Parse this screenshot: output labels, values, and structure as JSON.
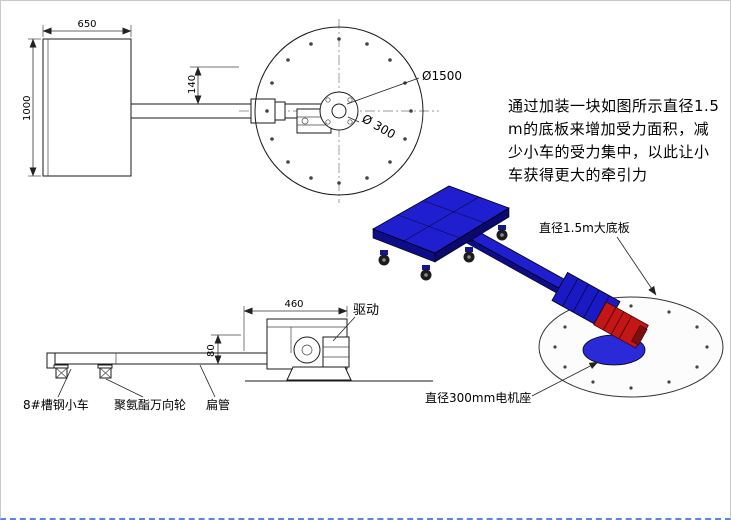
{
  "note": {
    "lines": [
      "通过加装一块如图所示直径1.5",
      "m的底板来增加受力面积，减",
      "少小车的受力集中，以此让小",
      "车获得更大的牵引力"
    ]
  },
  "top_view": {
    "dim_width": "650",
    "dim_height": "1000",
    "dim_offset": "140",
    "label_plate_dia": "Ø1500",
    "label_hub_dia": "Ø 300"
  },
  "iso_view": {
    "label_base_plate": "直径1.5m大底板",
    "label_motor_seat": "直径300mm电机座"
  },
  "side_view": {
    "dim_length": "460",
    "dim_height": "80",
    "label_drive": "驱动",
    "label_cart": "8#槽钢小车",
    "label_caster": "聚氨酯万向轮",
    "label_tube": "扁管"
  },
  "colors": {
    "blue": "#1f1fd0",
    "red": "#c41616"
  }
}
